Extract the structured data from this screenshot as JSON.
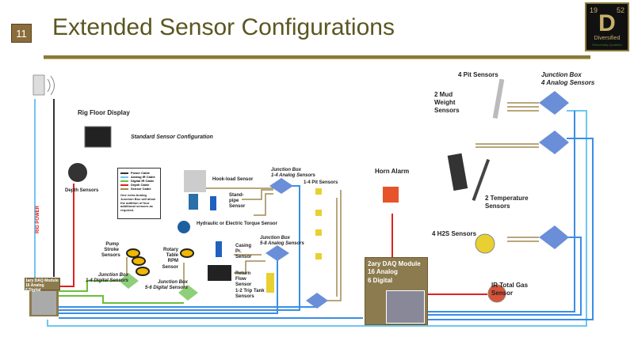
{
  "slide": {
    "number": "11",
    "title": "Extended Sensor Configurations"
  },
  "logo": {
    "left_number": "19",
    "right_number": "52",
    "letter": "D",
    "word": "Diversified",
    "tagline": "Elementally Qualified"
  },
  "colors": {
    "power": "#333333",
    "analog": "#3a8ee6",
    "digital": "#6abf3a",
    "depth": "#e02020",
    "sensor": "#a08a50",
    "title": "#5b5621",
    "daq": "#8c7b4e"
  },
  "left": {
    "rig_floor_display": "Rig Floor Display",
    "standard_config": "Standard Sensor Configuration",
    "depth_sensors": "Depth Sensors",
    "rig_power": "RIG POWER",
    "daq": {
      "line1": "1ary DAQ Module",
      "line2": "16 Analog",
      "line3": "6 Digital"
    },
    "legend": {
      "items": [
        {
          "label": "Power Cable",
          "color": "#333333"
        },
        {
          "label": "Analog IR Cable",
          "color": "#3a8ee6"
        },
        {
          "label": "Digital IR Cable",
          "color": "#6abf3a"
        },
        {
          "label": "Depth Cable",
          "color": "#e02020"
        },
        {
          "label": "Sensor Cable",
          "color": "#a08a50"
        }
      ],
      "note": "One extra Analog Junction Box will allow the addition of four additional sensors as required."
    },
    "hookload": "Hook-load Sensor",
    "standpipe": "Stand-pipe Sensor",
    "torque": "Hydraulic or Electric Torque Sensor",
    "jb_analog_1": {
      "line1": "Junction Box",
      "line2": "1-4 Analog Sensors"
    },
    "jb_analog_2": {
      "line1": "Junction Box",
      "line2": "5-8 Analog Sensors"
    },
    "pit_sensors": "1-4 Pit Sensors",
    "casing": "Casing Pr. Sensor",
    "return_flow": "Return Flow Sensor",
    "trip_tank": "1-2 Trip Tank Sensors",
    "pump_stroke": "Pump Stroke Sensors",
    "rotary": "Rotary Table RPM Sensor",
    "jb_digital_1": {
      "line1": "Junction Box",
      "line2": "1-4 Digital Sensors"
    },
    "jb_digital_2": {
      "line1": "Junction Box",
      "line2": "5-6 Digital Sensors"
    }
  },
  "right": {
    "horn": "Horn Alarm",
    "pit": "4 Pit Sensors",
    "mud": "2 Mud Weight Sensors",
    "jb": {
      "line1": "Junction Box",
      "line2": "4 Analog Sensors"
    },
    "temp": "2 Temperature Sensors",
    "h2s": "4 H2S Sensors",
    "gas": "IR Total Gas Sensor",
    "daq": {
      "line1": "2ary DAQ Module",
      "line2": "16 Analog",
      "line3": "6 Digital"
    }
  }
}
